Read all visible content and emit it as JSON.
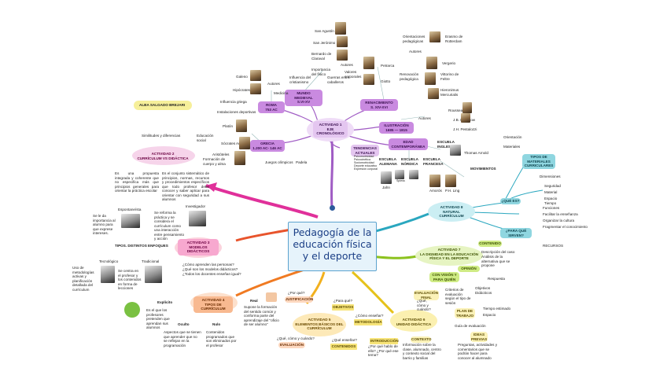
{
  "title": {
    "line1": "Pedagogía de la",
    "line2": "educación física",
    "line3": "y el deporte"
  },
  "author": "ALBA SALGADO BREJARI",
  "act1": {
    "header": "ACTIVIDAD 1\nEJE CRONOLÓGICO",
    "grecia": "GRECIA\n1.200 AC- 146 AC",
    "roma": "ROMA\n753 AC",
    "medieval": "MUNDO MEDIEVAL\nS.VI-XV",
    "renacimiento": "RENACIMIENTO\nS. XIV-XVI",
    "ilustracion": "ILUSTRACIÓN\n1685 — 1815",
    "contemporanea": "EDAD\nCONTEMPORÁNEA",
    "tendencias": "TENDENCIAS\nACTUALES",
    "tendencias_items": [
      "Psicomotricidad",
      "Psicocinética",
      "Sociomotricidad",
      "Deporte educativo",
      "Expresión corporal"
    ],
    "grecia_labels": {
      "autores": "Autores",
      "padela": "Padela",
      "juegos": "Juegos olímpicos",
      "platon": "Platón",
      "socrates": "Sócrates",
      "aristoteles": "Aristóteles",
      "edu_social": "Educación social",
      "formacion": "Formación de cuerpo y alma"
    },
    "roma_labels": {
      "galeno": "Galeno",
      "hipocrates": "Hipócrates",
      "autores": "Autores",
      "medicina": "Medicina",
      "influencia": "Influencia griega",
      "instalaciones": "Instalaciones deportivas"
    },
    "medieval_labels": {
      "agustin": "San Agustín",
      "jeronimo": "San Jerónimo",
      "bernardo": "Bernardo de Claraval",
      "autores": "Autores",
      "influencia": "Influencia del cristianismo",
      "guerras": "Guerras entre caballeros",
      "importancia": "Importancia del físico"
    },
    "renac_labels": {
      "valores": "Valores corporales",
      "petrarca": "Petrarca",
      "giotto": "Giotto",
      "orientaciones": "Orientaciones pedagógicas",
      "erasmo": "Erasmo de Rotterdam",
      "autores": "Autores",
      "vergerio": "Vergerio",
      "vittorino": "Vittorino de Feltre",
      "renovacion": "Renovación pedagógica",
      "mercurialis": "Hieronimus Mercurialis"
    },
    "ilus_labels": {
      "autores": "Autores",
      "rousseau": "Rousseau",
      "basedow": "J.B. Basedow",
      "pestalozzi": "J.H. Pestalozzi"
    },
    "contemp_labels": {
      "alemana": "ESCUELA ALEMANA",
      "nordica": "ESCUELA NÓRDICA",
      "francesa": "ESCUELA FRANCESA",
      "inglesa": "ESCUELA INGLESA",
      "movimientos": "MOVIMIENTOS",
      "arnold": "Thomas Arnold",
      "amoros": "Amorós",
      "ling": "P.H. Ling",
      "jahn": "Jahn",
      "spiess": "Spiess"
    }
  },
  "act2": {
    "header": "ACTIVIDAD 2\nCURRÍCULUM VS DIDÁCTICA",
    "similitudes": "Similitudes y diferencias",
    "curriculum_text": "Es una propuesta integrada y coherente que no especifica más que principios generales para orientar la práctica escolar",
    "didactica_text": "Es el conjunto sistemático de principios, normas, recursos y procedimientos específicos que todo profesor debe conocer y saber aplicar para orientar con seguridad a sus alumnos"
  },
  "act3": {
    "header": "ACTIVIDAD 3\nMODELOS DIDÁCTICOS",
    "tipos": "TIPOS. DISTINTOS ENFOQUES",
    "espontaneista": "Espontaneísta",
    "investigador": "Investigador",
    "tecnologico": "Tecnológico",
    "tradicional": "Tradicional",
    "esp_text": "Se le da importancia al alumno para que exprese intereses.",
    "inv_text": "Se reforma la práctica y se considera el currículum como una interacción entre pensamiento y acción",
    "tec_text": "Uso de metodologías activas y planificación detallada del currículum",
    "trad_text": "Se centra en el profesor y los contenidos en forma de lecciones",
    "preguntas": [
      "¿Cómo aprenden las personas?",
      "¿Qué son los modelos didácticos?",
      "¿Todos los docentes enseñan igual?"
    ]
  },
  "act4": {
    "header": "ACTIVIDAD 4\nTIPOS DE CURRÍCULUM",
    "explicito": "Explícito",
    "explicito_text": "Es el que los profesores pretenden que aprendan sus alumnos",
    "oculto": "Oculto",
    "oculto_text": "Aspectos que se tienen que aprender que no se reflejan en la programación",
    "real": "Real",
    "real_text": "Supone la formación del sentido común y conforma parte del aprendizaje del \"oficio de ser alumno\"",
    "nulo": "Nulo",
    "nulo_text": "Contenidos programados que son eliminados por el profesor"
  },
  "act5": {
    "header": "ACTIVIDAD 5\nELEMENTOS BÁSICOS DEL\nCURRÍCULUM",
    "q1": "¿Por qué?",
    "t1": "JUSTIFICACIÓN",
    "q2": "¿Para qué?",
    "t2": "OBJETIVOS",
    "q3": "¿Cómo enseñar?",
    "t3": "METODOLOGÍA",
    "q4": "¿Qué, cómo y cuándo?",
    "t4": "EVALUACIÓN",
    "q5": "¿Qué enseñar?",
    "t5": "CONTENIDOS"
  },
  "act6": {
    "header": "ACTIVIDAD 6\nUNIDAD DIDÁCTICA",
    "evaluacion": "EVALUACIÓN FINAL",
    "eval_q": "¿Qué, cómo y cuándo?",
    "criterios": "Criterios de evaluación según el tipo de sesión",
    "objetivos": "Objetivos Didácticos",
    "plan": "PLAN DE TRABAJO",
    "tiempo": "Tiempo estimado",
    "espacio": "Espacio",
    "guia": "Guía de evaluación",
    "ideas": "IDEAS PREVIAS",
    "ideas_text": "Preguntas, actividades y comentarios que se podrán hacer para conocer al alumnado",
    "introduccion": "INTRODUCCIÓN",
    "intro_q": "¿Por qué hablo de ello? ¿Por qué ese tema?",
    "contexto": "CONTEXTO",
    "contexto_text": "Información sobre la clase, alumnado, centro y contexto social del barrio y familias"
  },
  "act7": {
    "header": "ACTIVIDAD 7\nLA DIGNIDAD EN LA EDUCACIÓN\nFÍSICA Y EL DEPORTE",
    "contenido": "CONTENIDO",
    "contenido_items": [
      "Descripción del caso",
      "Análisis de la alternativa que se propone"
    ],
    "vision": "CON VISIÓN Y PARA QUIÉN",
    "opinion": "OPINIÓN",
    "respuesta": "Respuesta"
  },
  "act8": {
    "header": "ACTIVIDAD 8\nNATURAL CURRÍCULUM",
    "tipos": "TIPOS DE MATERIALES CURRICULARES",
    "que_es": "¿QUÉ ES?",
    "para_que": "¿PARA QUÉ SIRVEN?",
    "recursos": "RECURSOS",
    "orientacion": "Orientación",
    "materiales": "Materiales",
    "dimensiones": "Dimensiones",
    "funciones": "Funciones",
    "items_a": [
      "Seguridad",
      "Material",
      "Espacio",
      "Tiempo"
    ],
    "items_b": [
      "Facilitar la enseñanza",
      "Organizar la cultura",
      "Fragmentar el conocimiento"
    ]
  },
  "colors": {
    "purple": "#c98ae0",
    "teal": "#8fd6e0",
    "yellow": "#f6e98e",
    "orange": "#f8b990",
    "pink": "#f7a8cf",
    "green": "#cfeb84",
    "title_bg": "#e6f3fb"
  }
}
